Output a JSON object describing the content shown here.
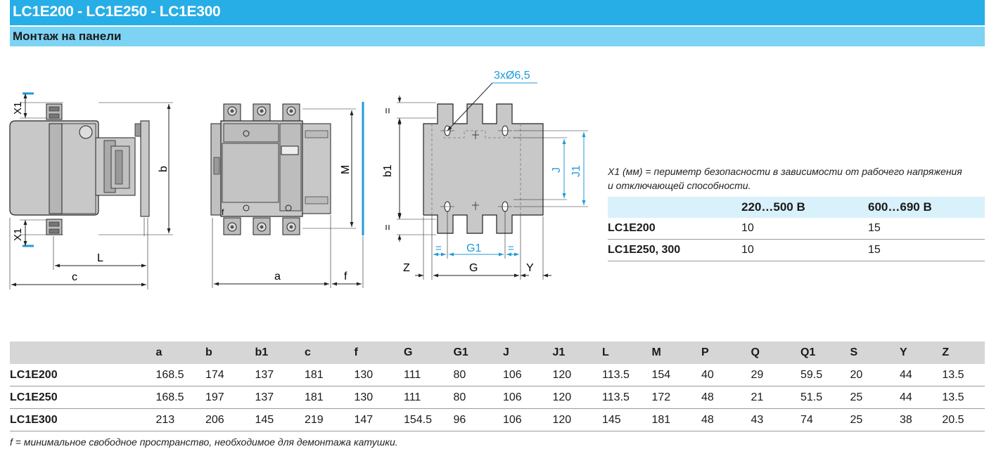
{
  "header": {
    "title": "LC1E200 - LC1E250 - LC1E300",
    "subtitle": "Монтаж на панели"
  },
  "drawing_labels": {
    "x1_top": "X1",
    "x1_bottom": "X1",
    "b": "b",
    "L": "L",
    "c": "c",
    "M": "M",
    "a": "a",
    "f": "f",
    "f_small": "f",
    "holes": "3xØ6,5",
    "eq_top": "=",
    "eq_bottom": "=",
    "b1": "b1",
    "J": "J",
    "J1": "J1",
    "eq_left": "=",
    "G1": "G1",
    "eq_right": "=",
    "Z": "Z",
    "G": "G",
    "Y": "Y"
  },
  "note": {
    "line1": "X1 (мм) = периметр безопасности в зависимости от рабочего напряжения",
    "line2": "и отключающей способности."
  },
  "safety_table": {
    "headers": [
      "",
      "220…500 В",
      "600…690 В"
    ],
    "rows": [
      {
        "name": "LC1E200",
        "v1": "10",
        "v2": "15"
      },
      {
        "name": "LC1E250, 300",
        "v1": "10",
        "v2": "15"
      }
    ]
  },
  "dimensions_table": {
    "headers": [
      "",
      "a",
      "b",
      "b1",
      "c",
      "f",
      "G",
      "G1",
      "J",
      "J1",
      "L",
      "M",
      "P",
      "Q",
      "Q1",
      "S",
      "Y",
      "Z"
    ],
    "rows": [
      {
        "name": "LC1E200",
        "values": [
          "168.5",
          "174",
          "137",
          "181",
          "130",
          "111",
          "80",
          "106",
          "120",
          "113.5",
          "154",
          "40",
          "29",
          "59.5",
          "20",
          "44",
          "13.5"
        ]
      },
      {
        "name": "LC1E250",
        "values": [
          "168.5",
          "197",
          "137",
          "181",
          "130",
          "111",
          "80",
          "106",
          "120",
          "113.5",
          "172",
          "48",
          "21",
          "51.5",
          "25",
          "44",
          "13.5"
        ]
      },
      {
        "name": "LC1E300",
        "values": [
          "213",
          "206",
          "145",
          "219",
          "147",
          "154.5",
          "96",
          "106",
          "120",
          "145",
          "181",
          "48",
          "43",
          "74",
          "25",
          "38",
          "20.5"
        ]
      }
    ]
  },
  "footnote": "f = минимальное свободное пространство, необходимое для демонтажа катушки.",
  "colors": {
    "title_bg": "#27aee6",
    "subtitle_bg": "#7dd3f3",
    "dimension_accent": "#1f9bd6",
    "table_head_bg": "#d6d6d6",
    "safety_head_bg": "#d9f1fb",
    "part_gray": "#c8c8c8"
  }
}
